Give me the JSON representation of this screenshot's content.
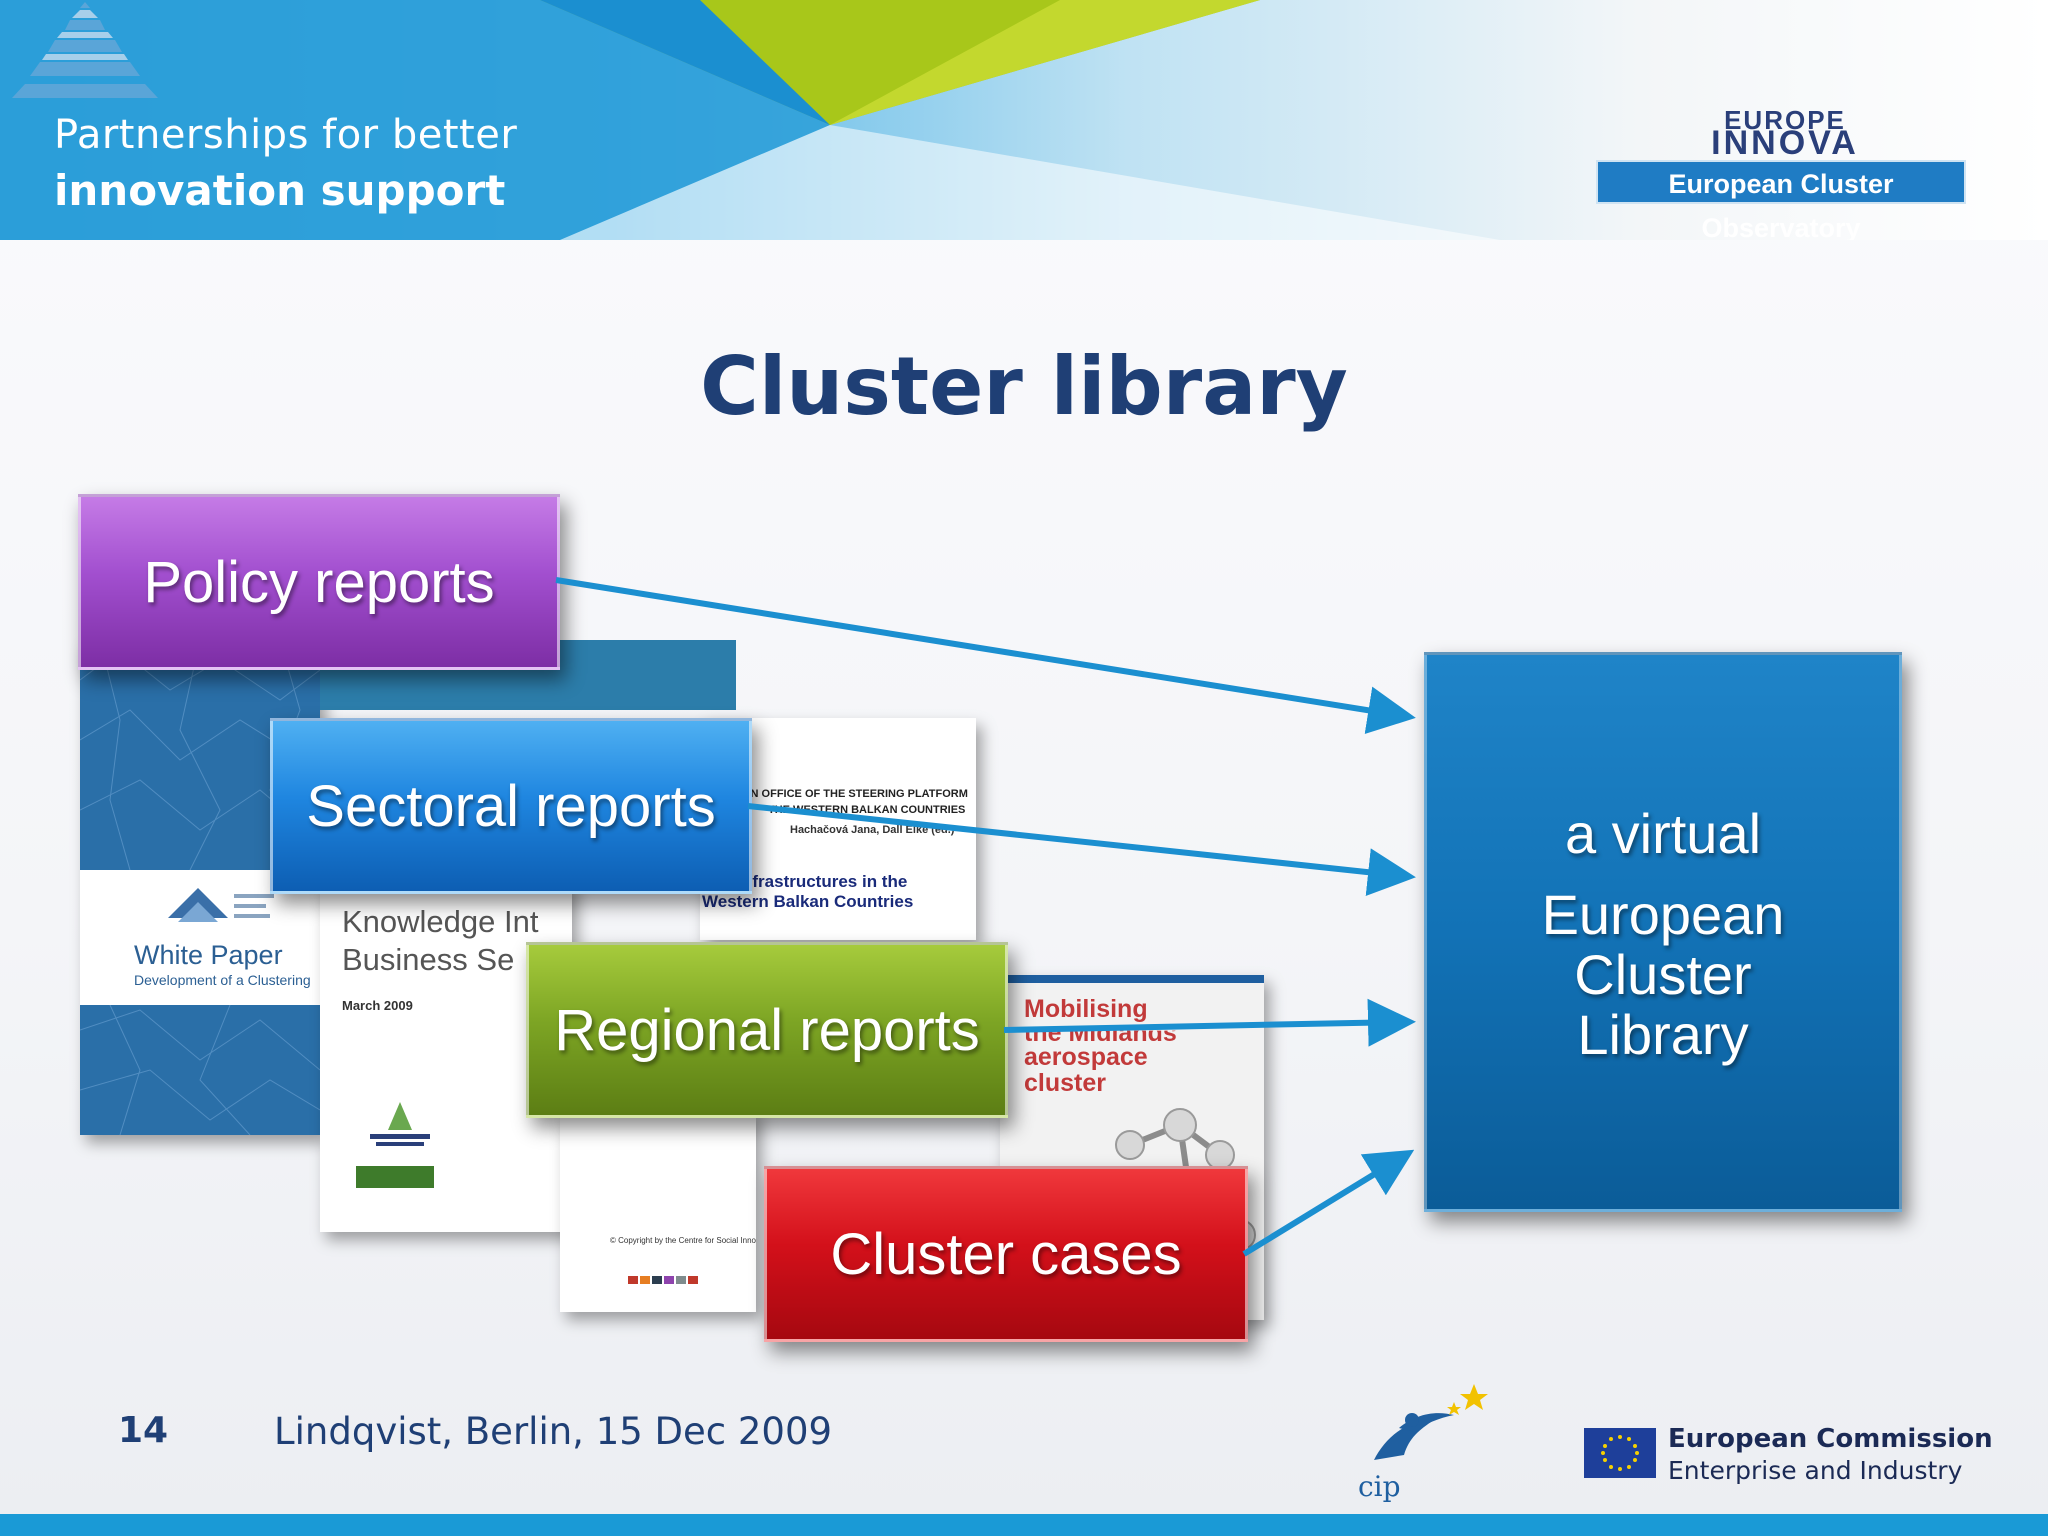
{
  "banner": {
    "tagline_line1": "Partnerships for better",
    "tagline_line2": "innovation support"
  },
  "logo": {
    "europe": "EUROPE",
    "innova": "INNOVA",
    "observatory": "European Cluster Observatory"
  },
  "slide": {
    "title": "Cluster library",
    "categories": [
      {
        "label": "Policy reports",
        "color": "#a24fcf"
      },
      {
        "label": "Sectoral reports",
        "color": "#1f86e0"
      },
      {
        "label": "Regional reports",
        "color": "#7da524"
      },
      {
        "label": "Cluster cases",
        "color": "#d3101a"
      }
    ],
    "target": {
      "line1": "a virtual",
      "line2": "European\nCluster\nLibrary",
      "color": "#1272b6"
    },
    "arrow_color": "#1b8fd0"
  },
  "thumbnails": {
    "white_paper": {
      "title": "White Paper",
      "subtitle": "Development of a Clustering"
    },
    "knowledge": {
      "title_line1": "Knowledge Int",
      "title_line2": "Business Se",
      "date": "March 2009"
    },
    "balkan": {
      "header_line1": "ON OFFICE OF THE STEERING PLATFORM",
      "header_line2": "THE WESTERN BALKAN COUNTRIES",
      "authors": "Hachačová Jana, Dall Elke (ed.)",
      "title_line1": "nfrastructures in the",
      "title_line2": "Western Balkan Countries"
    },
    "copyright": "© Copyright by the Centre for Social Innovati",
    "midlands": {
      "line1": "Mobilising",
      "line2": "the Midlands",
      "line3": "aerospace",
      "line4": "cluster"
    }
  },
  "footer": {
    "page_number": "14",
    "text": "Lindqvist, Berlin, 15 Dec 2009",
    "cip": "cip",
    "ec_name": "European Commission",
    "ec_sub": "Enterprise and Industry"
  }
}
